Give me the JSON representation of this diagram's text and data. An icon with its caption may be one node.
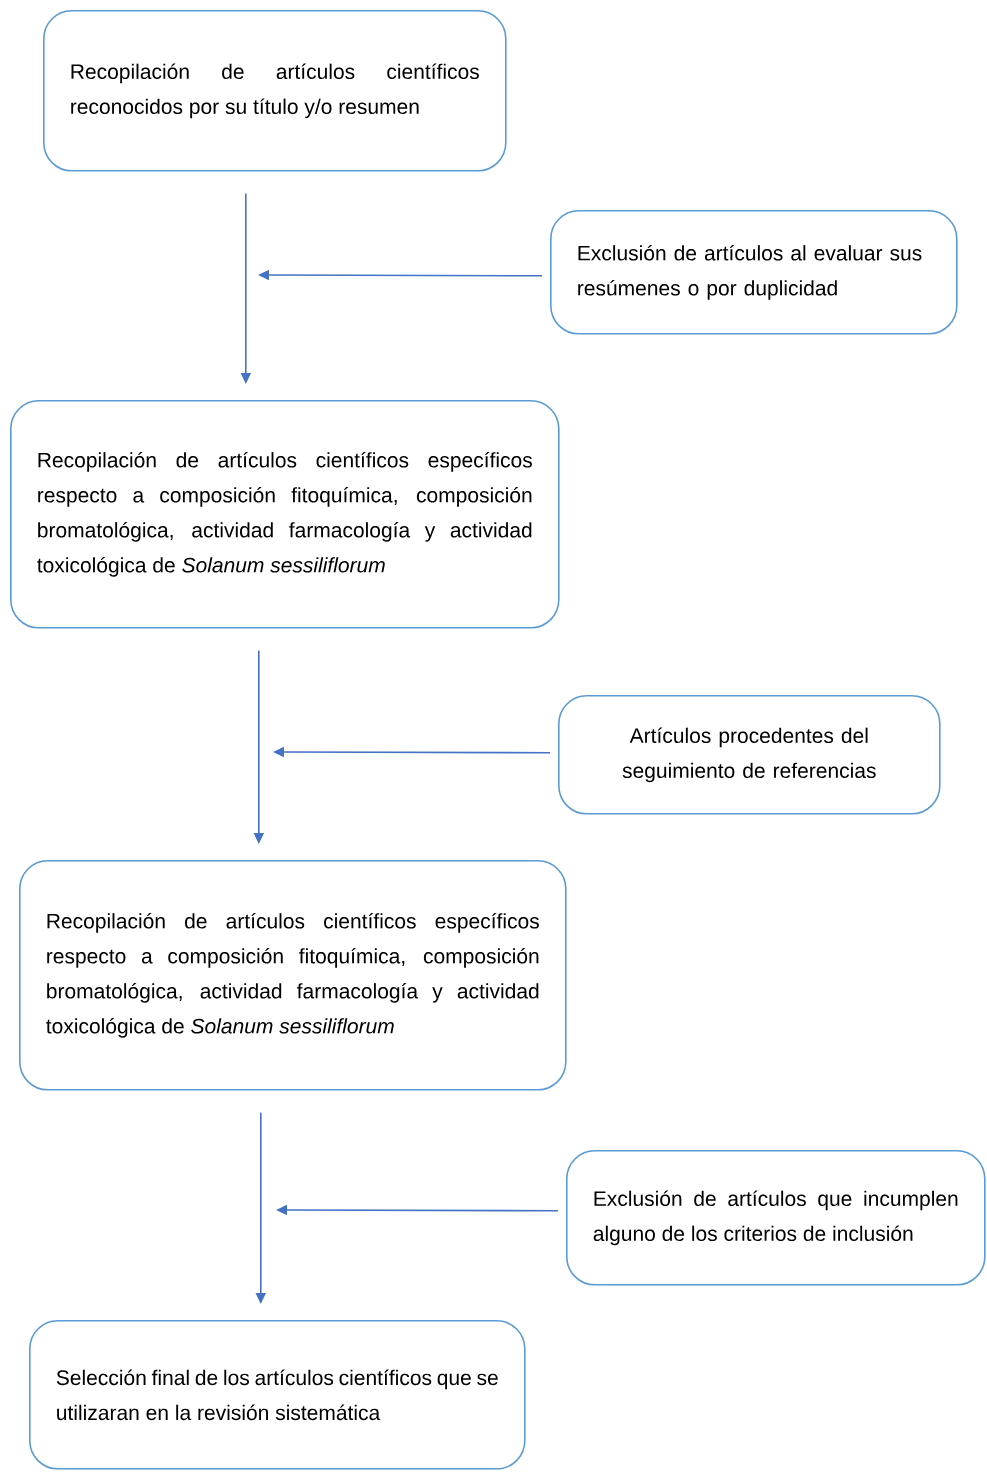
{
  "diagram": {
    "nodes": [
      {
        "text": [
          "Recopilación de artículos científicos reconocidos por su título y/o resumen"
        ]
      },
      {
        "text": [
          "Exclusión de artículos al evaluar sus resúmenes o por duplicidad"
        ]
      },
      {
        "text": [
          "Recopilación de artículos científicos específicos respecto a composición fitoquímica, composición bromatológica, actividad farmacología y actividad toxicológica de *Solanum sessiliflorum*"
        ]
      },
      {
        "text": [
          "Artículos procedentes del seguimiento de referencias"
        ]
      },
      {
        "text": [
          "Recopilación de artículos científicos específicos respecto a composición fitoquímica, composición bromatológica, actividad farmacología y actividad toxicológica de *Solanum sessiliflorum*"
        ]
      },
      {
        "text": [
          "Exclusión de artículos que incumplen alguno de los criterios de inclusión"
        ]
      },
      {
        "text": [
          "Selección final de los artículos científicos que se utilizaran en la revisión sistemática"
        ]
      }
    ],
    "edges": [
      {
        "from": 0,
        "to": 2,
        "arrow": "to"
      },
      {
        "from": 1,
        "to": null,
        "arrow": "to"
      },
      {
        "from": 2,
        "to": 4,
        "arrow": "to"
      },
      {
        "from": 3,
        "to": null,
        "arrow": "to"
      },
      {
        "from": 4,
        "to": 6,
        "arrow": "to"
      },
      {
        "from": 5,
        "to": null,
        "arrow": "to"
      }
    ]
  }
}
